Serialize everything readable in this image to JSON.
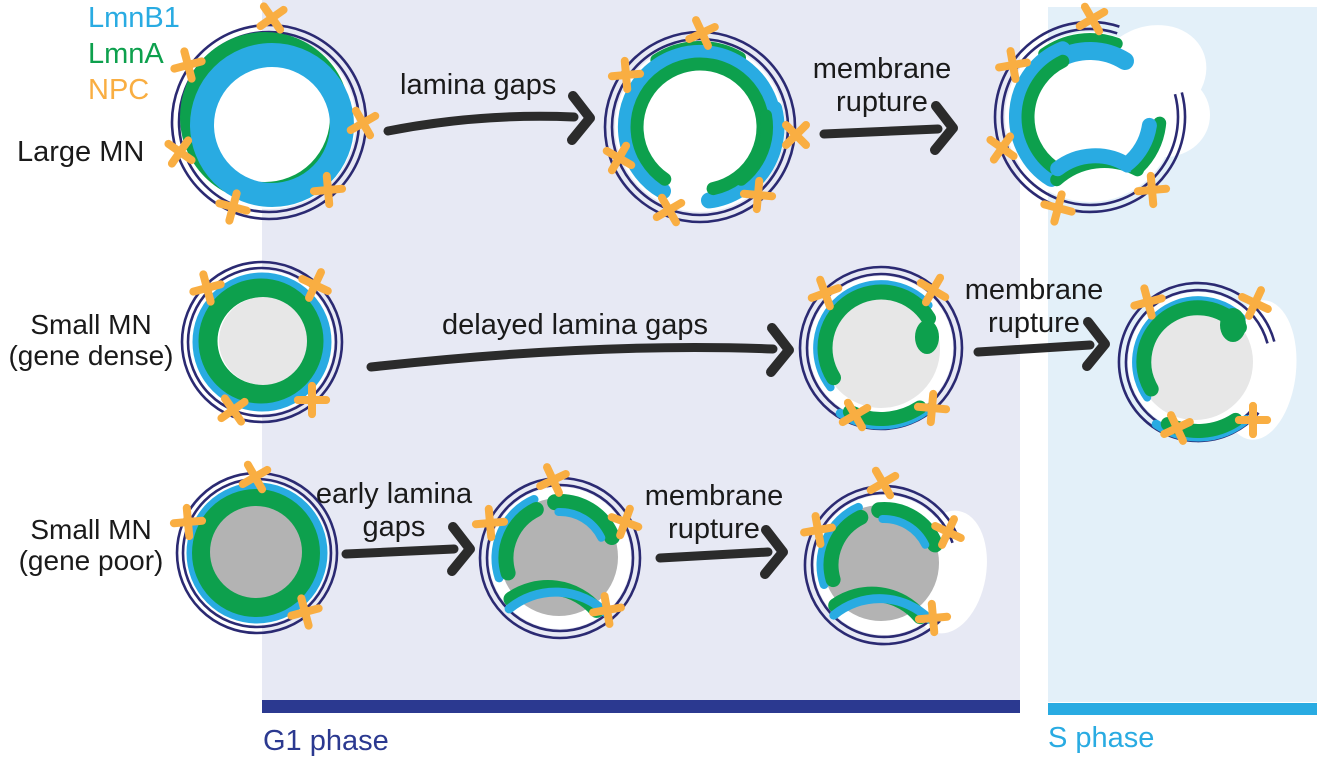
{
  "colors": {
    "lmnb1": "#29ABE2",
    "lmna": "#0DA04D",
    "npc": "#F9AE42",
    "envelope": "#2B2A72",
    "arrow": "#2B2B2B",
    "text": "#1A1A1A",
    "g1_bar": "#2B3990",
    "g1_bg": "#E7E9F4",
    "s_bar": "#29ABE2",
    "s_bg": "#E3F0F9",
    "gene_dense_chromatin": "#E7E7E7",
    "gene_poor_chromatin": "#B3B3B3",
    "mn_interior": "#FFFFFF"
  },
  "legend": {
    "items": [
      {
        "label": "LmnB1",
        "color": "#29ABE2"
      },
      {
        "label": "LmnA",
        "color": "#0DA04D"
      },
      {
        "label": "NPC",
        "color": "#F9AE42"
      }
    ]
  },
  "rows": [
    {
      "label_lines": [
        "Large MN"
      ],
      "step1_label_lines": [
        "lamina gaps"
      ],
      "step2_label_lines": [
        "membrane",
        "rupture"
      ]
    },
    {
      "label_lines": [
        "Small MN",
        "(gene dense)"
      ],
      "step1_label_lines": [
        "delayed lamina gaps"
      ],
      "step2_label_lines": [
        "membrane",
        "rupture"
      ]
    },
    {
      "label_lines": [
        "Small MN",
        "(gene poor)"
      ],
      "step1_label_lines": [
        "early lamina",
        "gaps"
      ],
      "step2_label_lines": [
        "membrane",
        "rupture"
      ]
    }
  ],
  "phases": {
    "g1": {
      "label": "G1 phase",
      "color": "#2B3990"
    },
    "s": {
      "label": "S phase",
      "color": "#29ABE2"
    }
  }
}
